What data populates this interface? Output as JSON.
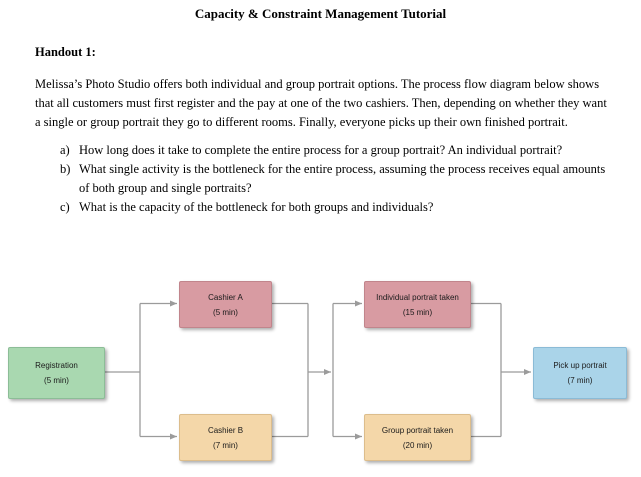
{
  "doc": {
    "title": "Capacity & Constraint Management Tutorial",
    "handout_label": "Handout 1:",
    "intro": "Melissa’s Photo Studio offers both individual and group portrait options. The process flow diagram below shows that all customers must first register and the pay at one of the two cashiers. Then, depending on whether they want a single or group portrait they go to different rooms. Finally, everyone picks up their own finished portrait.",
    "questions": [
      {
        "label": "a)",
        "text": "How long does it take to complete the entire process for a group portrait? An individual portrait?"
      },
      {
        "label": "b)",
        "text": "What single activity is the bottleneck for the entire process, assuming the process receives equal amounts of both group and single portraits?"
      },
      {
        "label": "c)",
        "text": "What is the capacity of the bottleneck for both groups and individuals?"
      }
    ]
  },
  "diagram": {
    "nodes": {
      "registration": {
        "label": "Registration",
        "duration": "(5 min)",
        "color": "green"
      },
      "cashier_a": {
        "label": "Cashier A",
        "duration": "(5 min)",
        "color": "pink"
      },
      "cashier_b": {
        "label": "Cashier B",
        "duration": "(7 min)",
        "color": "tan"
      },
      "individual": {
        "label": "Individual portrait taken",
        "duration": "(15 min)",
        "color": "pink"
      },
      "group": {
        "label": "Group portrait taken",
        "duration": "(20 min)",
        "color": "tan"
      },
      "pickup": {
        "label": "Pick up portrait",
        "duration": "(7 min)",
        "color": "blue"
      }
    },
    "colors": {
      "green": {
        "fill": "#a9d8b0",
        "border": "#8cbd97"
      },
      "pink": {
        "fill": "#d89ba2",
        "border": "#c1858c"
      },
      "tan": {
        "fill": "#f4d7a9",
        "border": "#dcbd8c"
      },
      "blue": {
        "fill": "#aad4e9",
        "border": "#8bbbd6"
      },
      "connector": "#9b9b9b"
    }
  }
}
